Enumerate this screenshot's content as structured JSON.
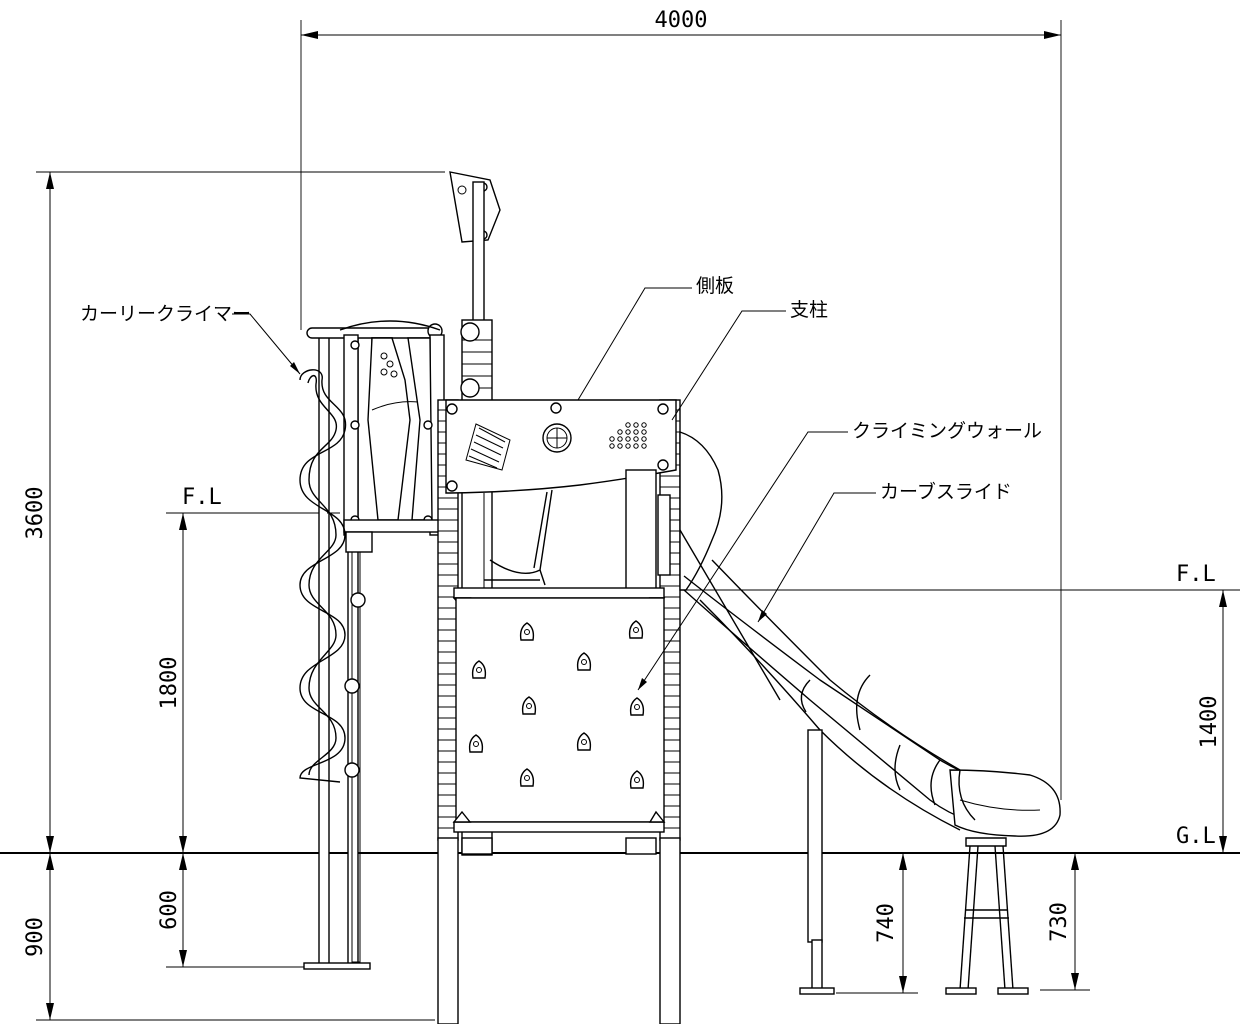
{
  "labels": {
    "curly_climber": "カーリークライマー",
    "side_panel": "側板",
    "post": "支柱",
    "climbing_wall": "クライミングウォール",
    "curve_slide": "カーブスライド",
    "floor_level_left": "F.L",
    "floor_level_right": "F.L",
    "ground_level": "G.L"
  },
  "dimensions": {
    "overall_width": "4000",
    "overall_height": "3600",
    "floor_height_left": "1800",
    "embed_600": "600",
    "embed_900": "900",
    "floor_height_right": "1400",
    "slide_leg_740": "740",
    "slide_leg_730": "730"
  }
}
